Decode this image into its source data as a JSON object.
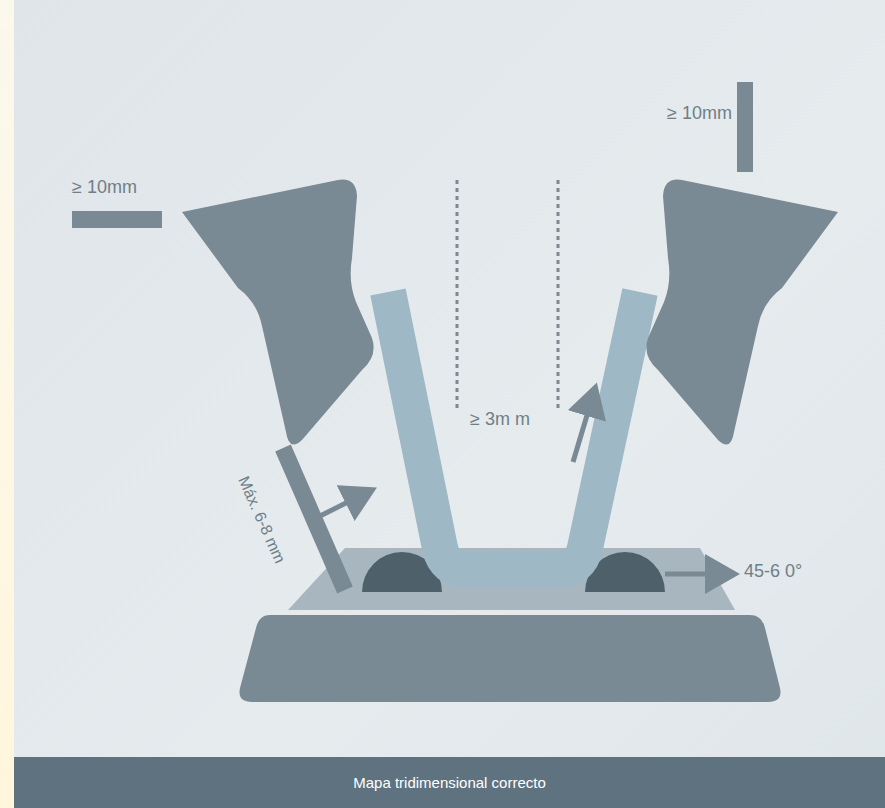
{
  "diagram": {
    "caption": "Mapa tridimensional correcto",
    "labels": [
      "≥ 10mm",
      "≥ 10mm",
      "≥ 3m m",
      "Máx. 6-8 mm",
      "45-6 0°"
    ]
  }
}
